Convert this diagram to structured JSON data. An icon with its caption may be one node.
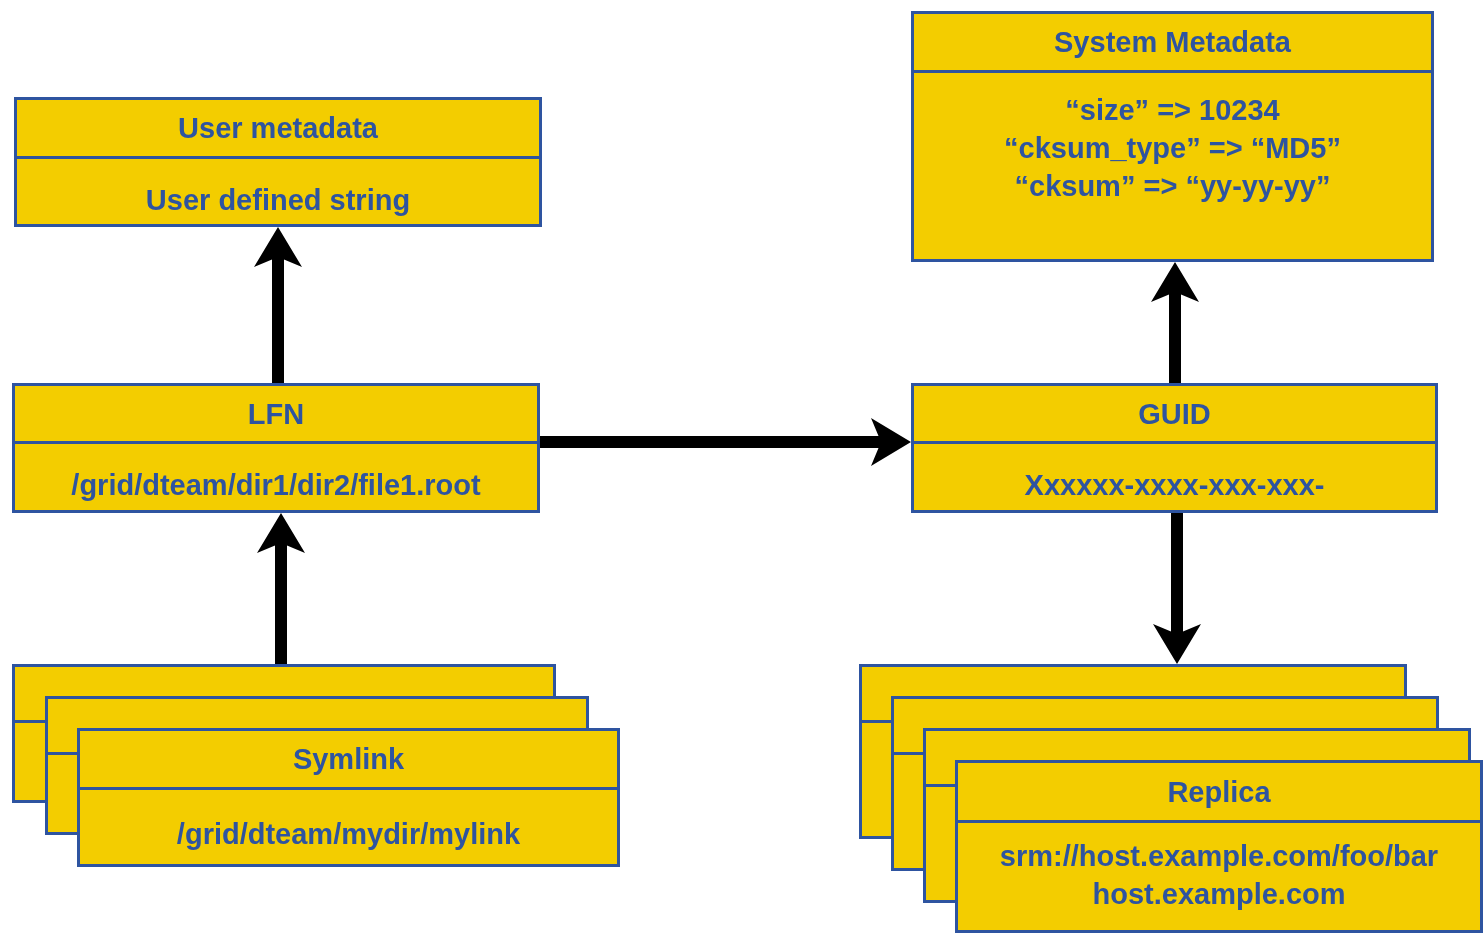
{
  "diagram": {
    "nodes": [
      {
        "text": [
          "User metadata",
          "User defined string"
        ]
      },
      {
        "text": [
          "System Metadata",
          "“size” => 10234",
          "“cksum_type” => “MD5”",
          "“cksum” => “yy-yy-yy”"
        ]
      },
      {
        "text": [
          "LFN",
          "/grid/dteam/dir1/dir2/file1.root"
        ]
      },
      {
        "text": [
          "GUID",
          "Xxxxxx-xxxx-xxx-xxx-"
        ]
      },
      {
        "text": [],
        "shape": "box"
      },
      {
        "text": [],
        "shape": "box"
      },
      {
        "text": [
          "Symlink",
          "/grid/dteam/mydir/mylink"
        ]
      },
      {
        "text": [],
        "shape": "box"
      },
      {
        "text": [],
        "shape": "box"
      },
      {
        "text": [],
        "shape": "box"
      },
      {
        "text": [
          "Replica",
          "srm://host.example.com/foo/bar",
          "host.example.com"
        ]
      }
    ],
    "edges": [
      {
        "from": 2,
        "to": 0,
        "arrow": "to"
      },
      {
        "from": 4,
        "to": 2,
        "arrow": "to"
      },
      {
        "from": 2,
        "to": 3,
        "arrow": "to"
      },
      {
        "from": 3,
        "to": 1,
        "arrow": "to"
      },
      {
        "from": 3,
        "to": 7,
        "arrow": "to"
      }
    ]
  }
}
